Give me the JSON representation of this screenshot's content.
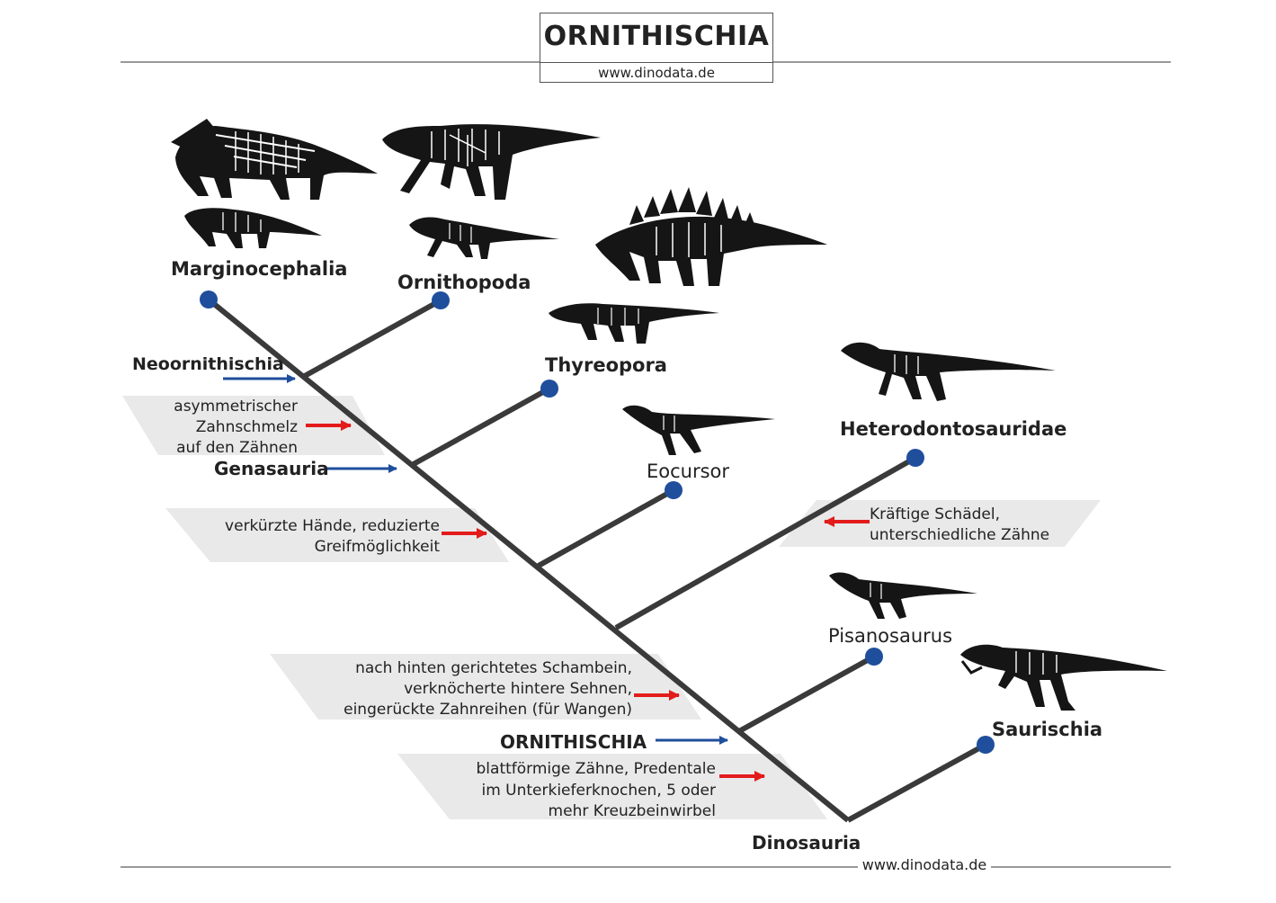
{
  "header": {
    "title": "ORNITHISCHIA",
    "url": "www.dinodata.de"
  },
  "footer": {
    "url": "www.dinodata.de"
  },
  "colors": {
    "line": "#3a3a3a",
    "node": "#1f4e9c",
    "clade_arrow": "#1f4e9c",
    "trait_arrow": "#e31b1b",
    "trait_box": "#e9e9e9"
  },
  "taxa": {
    "marginocephalia": "Marginocephalia",
    "ornithopoda": "Ornithopoda",
    "thyreopora": "Thyreopora",
    "eocursor": "Eocursor",
    "heterodontosauridae": "Heterodontosauridae",
    "pisanosaurus": "Pisanosaurus",
    "saurischia": "Saurischia",
    "dinosauria": "Dinosauria"
  },
  "clades": {
    "neoornithischia": "Neoornithischia",
    "genasauria": "Genasauria",
    "ornithischia": "ORNITHISCHIA"
  },
  "traits": {
    "t1": [
      "asymmetrischer",
      "Zahnschmelz",
      "auf den Zähnen"
    ],
    "t2": [
      "verkürzte Hände, reduzierte",
      "Greifmöglichkeit"
    ],
    "t3": [
      "Kräftige Schädel,",
      "unterschiedliche Zähne"
    ],
    "t4": [
      "nach hinten gerichtetes Schambein,",
      "verknöcherte hintere Sehnen,",
      "eingerückte Zahnreihen (für Wangen)"
    ],
    "t5": [
      "blattförmige Zähne, Predentale",
      "im Unterkieferknochen, 5 oder",
      "mehr Kreuzbeinwirbel"
    ]
  },
  "icons": [
    "ceratopsian-skeleton-icon",
    "pachycephalosaur-skeleton-icon",
    "hadrosaur-skeleton-icon",
    "small-ornithopod-skeleton-icon",
    "stegosaur-skeleton-icon",
    "thyreophoran-skeleton-icon",
    "eocursor-skeleton-icon",
    "heterodontosaur-skeleton-icon",
    "pisanosaurus-skeleton-icon",
    "theropod-skeleton-icon"
  ]
}
